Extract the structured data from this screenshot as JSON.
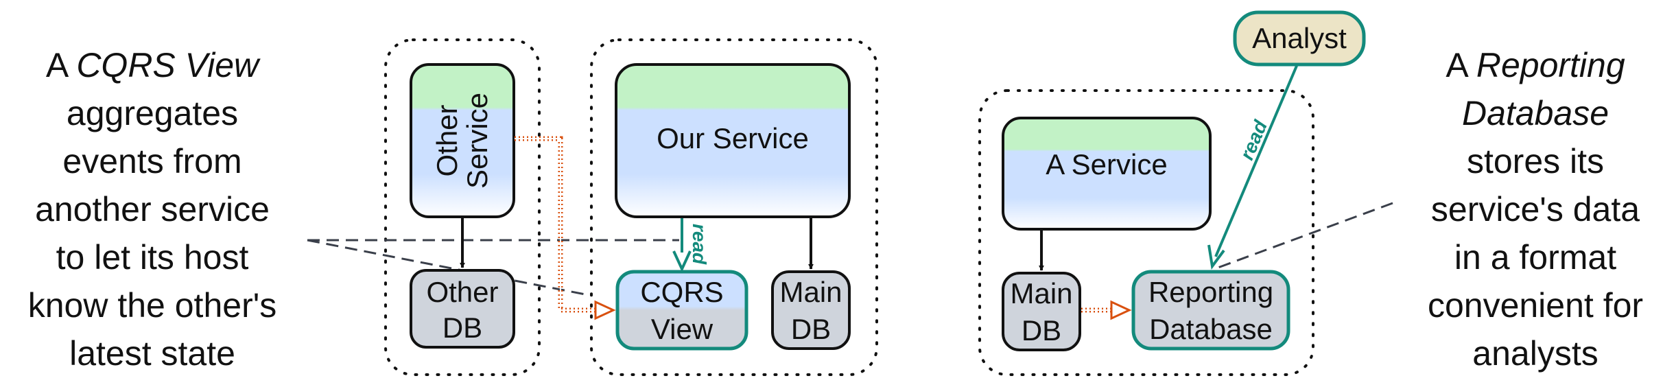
{
  "left_caption": {
    "line1_prefix": "A ",
    "line1_em": "CQRS View",
    "line2": "aggregates",
    "line3": "events from",
    "line4": "another service",
    "line5": "to let its host",
    "line6": "know the other's",
    "line7": "latest state"
  },
  "right_caption": {
    "line1_prefix": "A ",
    "line1_em": "Reporting",
    "line2_em": "Database",
    "line3": "stores its",
    "line4": "service's data",
    "line5": "in a format",
    "line6": "convenient for",
    "line7": "analysts"
  },
  "nodes": {
    "other_service_line1": "Other",
    "other_service_line2": "Service",
    "our_service": "Our Service",
    "a_service": "A Service",
    "other_db_line1": "Other",
    "other_db_line2": "DB",
    "cqrs_view_line1": "CQRS",
    "cqrs_view_line2": "View",
    "main_db_1_line1": "Main",
    "main_db_1_line2": "DB",
    "main_db_2_line1": "Main",
    "main_db_2_line2": "DB",
    "reporting_db_line1": "Reporting",
    "reporting_db_line2": "Database",
    "analyst": "Analyst"
  },
  "edge_labels": {
    "read_cqrs": "read",
    "read_reporting": "read"
  },
  "colors": {
    "teal": "#138a7c",
    "orange_dotted": "#d9500f",
    "dashed_pointer": "#3a3f4a",
    "service_green": "#c2f2c6",
    "service_blue": "#cce0ff",
    "db_gray": "#cfd4dc",
    "analyst_fill": "#ece4c6"
  }
}
